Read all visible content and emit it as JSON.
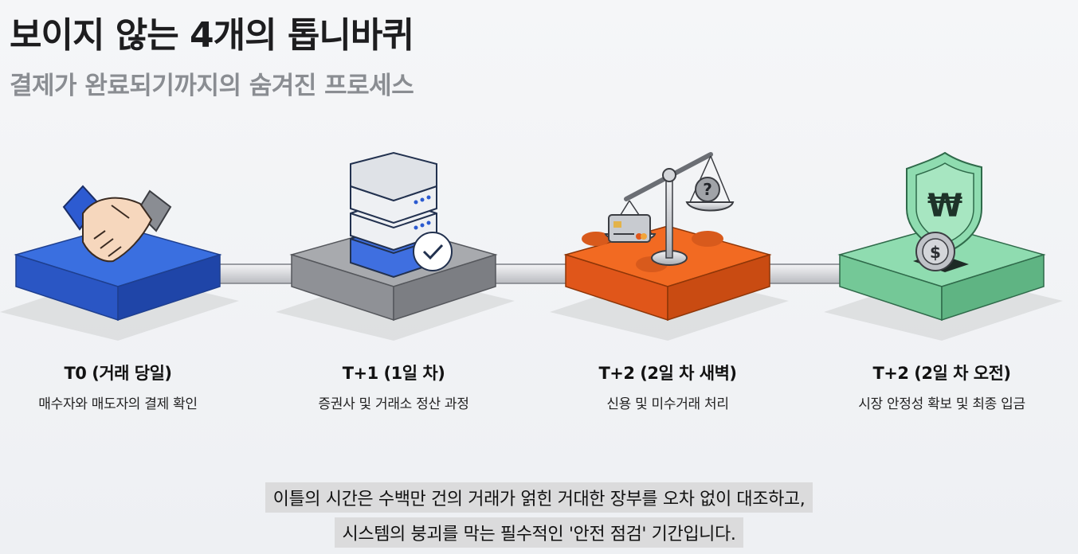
{
  "header": {
    "title": "보이지 않는 4개의 톱니바퀴",
    "subtitle": "결제가 완료되기까지의 숨겨진 프로세스"
  },
  "steps": [
    {
      "title": "T0 (거래 당일)",
      "desc": "매수자와 매도자의 결제 확인",
      "color": "#2f5fd3",
      "icon": "handshake-icon"
    },
    {
      "title": "T+1 (1일 차)",
      "desc": "증권사 및 거래소 정산 과정",
      "color": "#9a9ca0",
      "icon": "server-check-icon"
    },
    {
      "title": "T+2 (2일 차 새벽)",
      "desc": "신용 및 미수거래 처리",
      "color": "#f0651f",
      "icon": "balance-scale-icon"
    },
    {
      "title": "T+2 (2일 차 오전)",
      "desc": "시장 안정성 확보 및 최종 입금",
      "color": "#7fd3a4",
      "icon": "shield-won-coin-icon"
    }
  ],
  "icon_text": {
    "question": "?",
    "won": "₩",
    "dollar": "$"
  },
  "caption": {
    "line1": "이틀의 시간은 수백만 건의 거래가 얽힌 거대한 장부를 오차 없이 대조하고,",
    "line2": "시스템의 붕괴를 막는 필수적인 '안전 점검' 기간입니다."
  }
}
